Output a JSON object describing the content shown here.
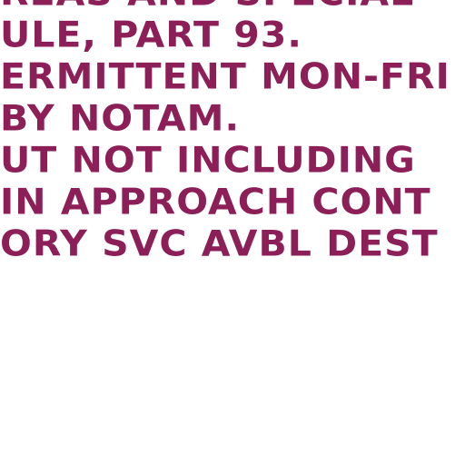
{
  "chart_note": {
    "color": "#8c1f57",
    "lines": [
      "REAS AND SPECIAL",
      "ULE, PART 93.",
      "ERMITTENT MON-FRI",
      "BY NOTAM.",
      "UT NOT INCLUDING",
      "IN APPROACH CONT",
      "ORY SVC AVBL DEST"
    ]
  }
}
